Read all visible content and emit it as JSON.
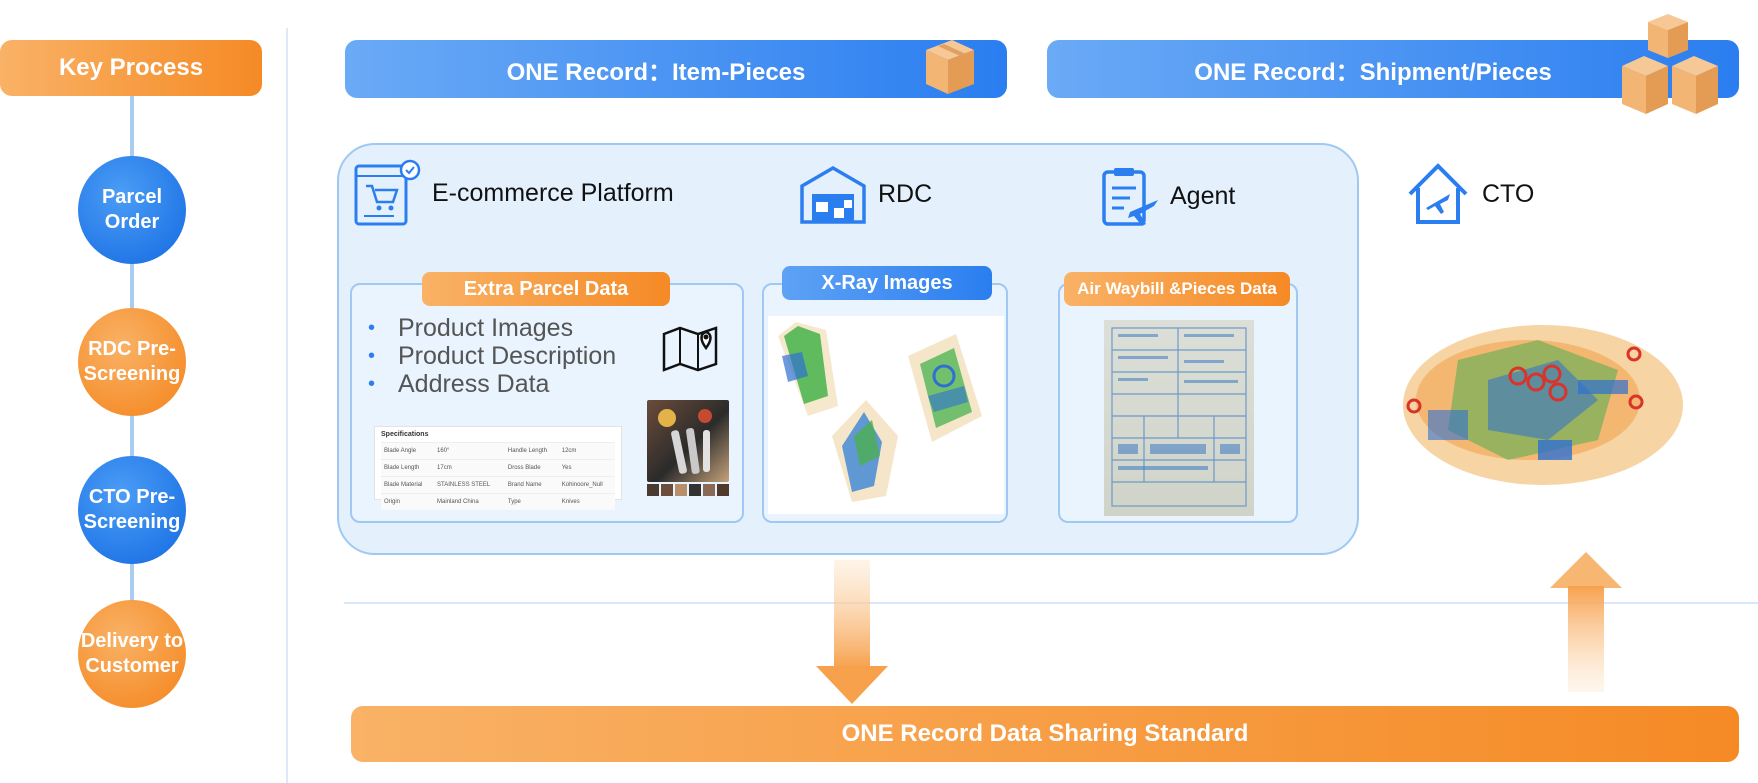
{
  "sidebar": {
    "title": "Key Process",
    "steps": [
      {
        "label": "Parcel\nOrder",
        "color": "blue"
      },
      {
        "label": "RDC Pre-\nScreening",
        "color": "orange"
      },
      {
        "label": "CTO Pre-\nScreening",
        "color": "blue"
      },
      {
        "label": "Delivery to\nCustomer",
        "color": "orange"
      }
    ]
  },
  "headers": {
    "item_pieces": "ONE Record：Item-Pieces",
    "shipment_pieces": "ONE Record：Shipment/Pieces"
  },
  "actors": {
    "ecommerce": {
      "label": "E-commerce Platform",
      "icon": "shopping-cart-order-icon"
    },
    "rdc": {
      "label": "RDC",
      "icon": "warehouse-icon"
    },
    "agent": {
      "label": "Agent",
      "icon": "clipboard-plane-icon"
    },
    "cto": {
      "label": "CTO",
      "icon": "house-plane-icon"
    }
  },
  "cards": {
    "extra_parcel": {
      "title": "Extra Parcel Data",
      "bullets": [
        "Product Images",
        "Product Description",
        "Address Data"
      ],
      "spec_title": "Specifications",
      "spec_rows": [
        [
          "Blade Angle",
          "160°",
          "Handle Length",
          "12cm"
        ],
        [
          "Blade Length",
          "17cm",
          "Dross Blade",
          "Yes"
        ],
        [
          "Blade Material",
          "STAINLESS STEEL",
          "Brand Name",
          "Kohinoore_Null"
        ],
        [
          "Origin",
          "Mainland China",
          "Type",
          "Knives"
        ]
      ]
    },
    "xray": {
      "title": "X-Ray Images"
    },
    "awb": {
      "title": "Air Waybill &Pieces Data"
    }
  },
  "footer": {
    "standard": "ONE Record Data Sharing Standard"
  },
  "colors": {
    "brand_orange": "#f58a25",
    "brand_blue": "#2b7ef0",
    "panel_fill": "#e4f1fd",
    "panel_border": "#9fc8f2"
  }
}
